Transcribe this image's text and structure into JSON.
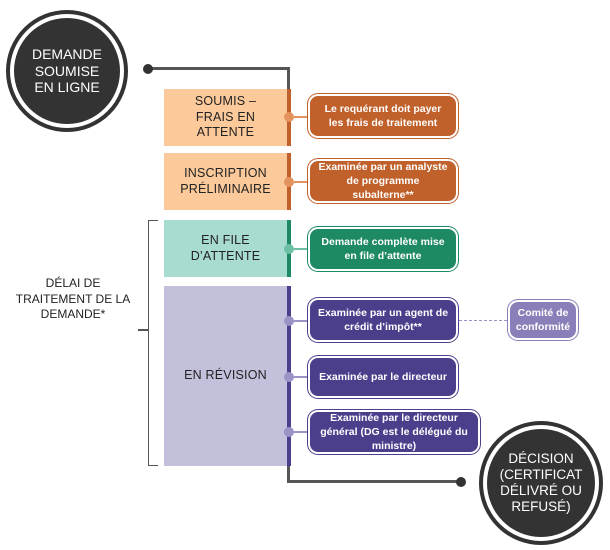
{
  "start": {
    "text": "DEMANDE SOUMISE EN LIGNE"
  },
  "end": {
    "text": "DÉCISION (CERTIFICAT DÉLIVRÉ OU REFUSÉ)"
  },
  "processing_label": "DÉLAI DE TRAITEMENT DE LA DEMANDE*",
  "stages": [
    {
      "label": "SOUMIS – FRAIS EN ATTENTE",
      "color": "#fbc99a",
      "bar": "#c0602a"
    },
    {
      "label": "INSCRIPTION PRÉLIMINAIRE",
      "color": "#fbc99a",
      "bar": "#c0602a"
    },
    {
      "label": "EN FILE D’ATTENTE",
      "color": "#a8dcd0",
      "bar": "#1e8a64"
    },
    {
      "label": "EN RÉVISION",
      "color": "#c3c0dc",
      "bar": "#4b3f8c"
    }
  ],
  "steps": [
    {
      "text": "Le requérant doit payer les frais de traitement",
      "color": "#c0602a"
    },
    {
      "text": "Examinée par un analyste de programme subalterne**",
      "color": "#c0602a"
    },
    {
      "text": "Demande complète mise en file d’attente",
      "color": "#1e8a64"
    },
    {
      "text": "Examinée par un agent de crédit d’impôt**",
      "color": "#4b3f8c"
    },
    {
      "text": "Examinée par le directeur",
      "color": "#4b3f8c"
    },
    {
      "text": "Examinée par le directeur général (DG est le délégué du ministre)",
      "color": "#4b3f8c"
    }
  ],
  "committee": {
    "text": "Comité de conformité",
    "color": "#8a7fb8"
  }
}
